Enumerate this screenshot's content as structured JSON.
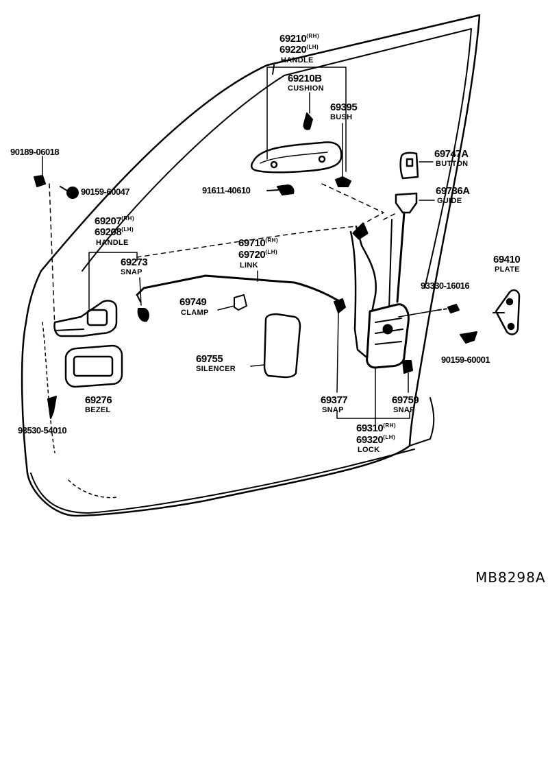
{
  "drawing_code": "MB8298A",
  "parts": {
    "handle_outer_rh": "69210",
    "handle_outer_lh": "69220",
    "handle_outer_name": "HANDLE",
    "side_rh": "(RH)",
    "side_lh": "(LH)",
    "cushion_no": "69210B",
    "cushion_name": "CUSHION",
    "bush_no": "69395",
    "bush_name": "BUSH",
    "screw_1": "90189-06018",
    "screw_2": "90159-60047",
    "bolt_1": "91611-40610",
    "button_no": "69747A",
    "button_name": "BUTTON",
    "guide_no": "69736A",
    "guide_name": "GUIDE",
    "handle_inner_rh": "69207",
    "handle_inner_lh": "69208",
    "handle_inner_name": "HANDLE",
    "link_rh": "69710",
    "link_lh": "69720",
    "link_name": "LINK",
    "snap_1_no": "69273",
    "snap_name": "SNAP",
    "plate_no": "69410",
    "plate_name": "PLATE",
    "screw_3": "93330-16016",
    "clamp_no": "69749",
    "clamp_name": "CLAMP",
    "silencer_no": "69755",
    "silencer_name": "SILENCER",
    "screw_4": "90159-60001",
    "bezel_no": "69276",
    "bezel_name": "BEZEL",
    "snap_2_no": "69377",
    "snap_3_no": "69759",
    "screw_5": "93530-54010",
    "lock_rh": "69310",
    "lock_lh": "69320",
    "lock_name": "LOCK"
  }
}
